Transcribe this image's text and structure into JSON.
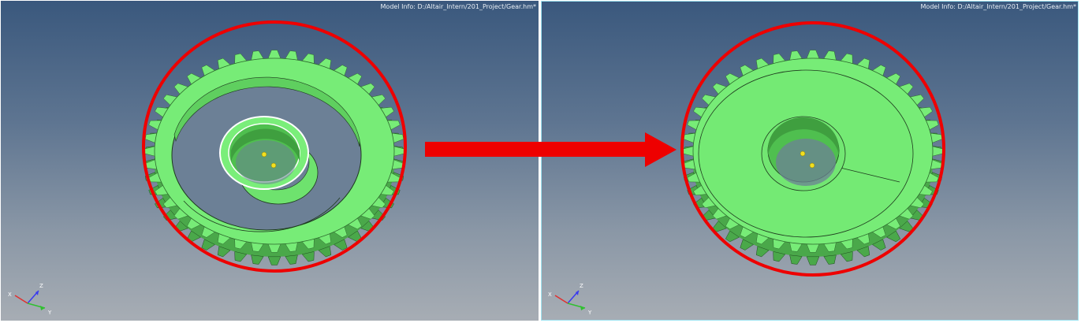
{
  "views": [
    {
      "model_info": "Model Info: D:/Altair_Intern/201_Project/Gear.hm*",
      "state": "before",
      "triad": {
        "x": "X",
        "y": "Y",
        "z": "Z"
      }
    },
    {
      "model_info": "Model Info: D:/Altair_Intern/201_Project/Gear.hm*",
      "state": "after",
      "triad": {
        "x": "X",
        "y": "Y",
        "z": "Z"
      }
    }
  ],
  "colors": {
    "gear_face": "#77ec77",
    "gear_dark": "#4aa84a",
    "highlight": "#ee0000",
    "selection_outline": "#ffffff",
    "node": "#f2e020"
  },
  "icons": [
    "gear-model",
    "axis-triad-icon",
    "highlight-ellipse",
    "arrow-right-icon"
  ]
}
